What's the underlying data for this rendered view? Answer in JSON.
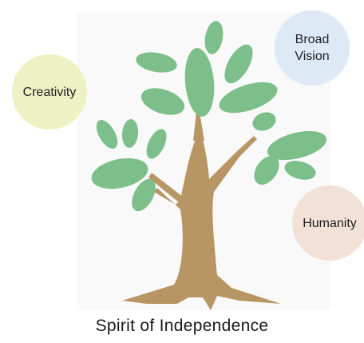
{
  "caption": "Spirit of Independence",
  "bubbles": {
    "creativity": {
      "lines": [
        "Creativity"
      ],
      "color": "#eef1c4"
    },
    "broad_vision": {
      "lines": [
        "Broad",
        "Vision"
      ],
      "color": "#dde9f5"
    },
    "humanity": {
      "lines": [
        "Humanity"
      ],
      "color": "#f1e1d6"
    }
  },
  "colors": {
    "trunk": "#b89663",
    "leaf": "#7dbf8a",
    "panel": "#f9f9f9",
    "text": "#222222"
  }
}
